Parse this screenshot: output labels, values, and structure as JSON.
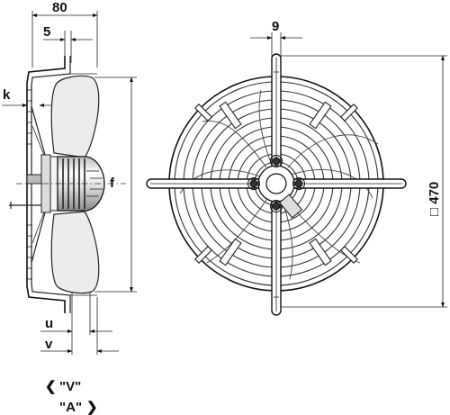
{
  "dimensions": {
    "width_80": "80",
    "width_5": "5",
    "label_k": "k",
    "label_f": "f",
    "label_u": "u",
    "label_v": "v",
    "bolt_9": "9",
    "square_470": "□ 470"
  },
  "airflow": {
    "v_label": "\"V\"",
    "a_label": "\"A\"",
    "v_arrow": "❮",
    "a_arrow": "❯"
  }
}
